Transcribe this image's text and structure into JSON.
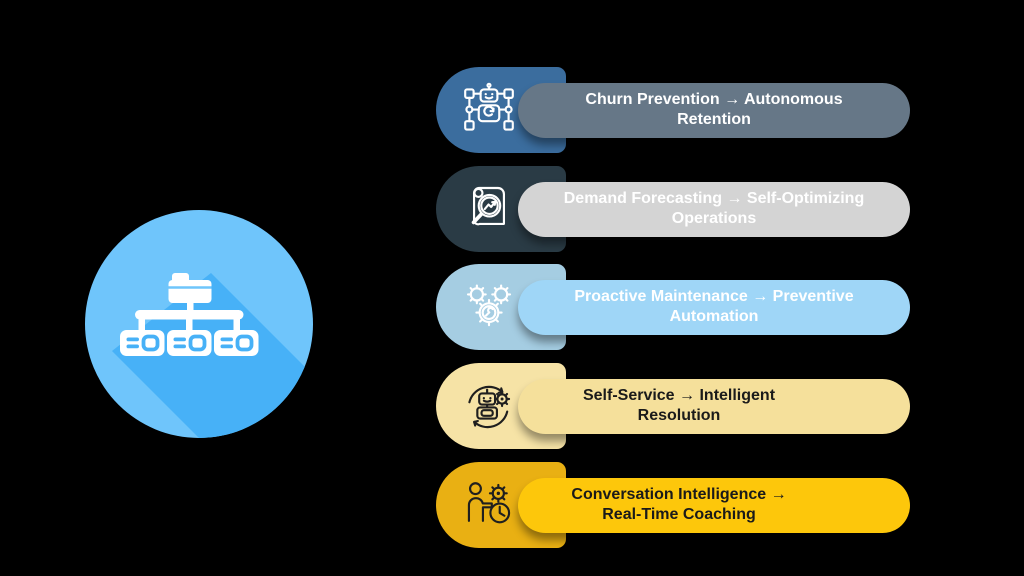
{
  "background_color": "#000000",
  "hub": {
    "icon": "folder-hierarchy-icon",
    "circle_color": "#6fc5fb",
    "long_shadow_color": "#47b1f7",
    "icon_color": "#ffffff"
  },
  "rows": [
    {
      "id": "churn-prevention",
      "icon": "robot-network-icon",
      "badge_color": "#3b6d9e",
      "pill_color": "#667787",
      "text_color": "#ffffff",
      "icon_color": "#ffffff",
      "line1": "Churn Prevention → Autonomous",
      "line2": "Retention"
    },
    {
      "id": "demand-forecasting",
      "icon": "forecast-magnifier-icon",
      "badge_color": "#2a3b45",
      "pill_color": "#d4d4d4",
      "text_color": "#ffffff",
      "icon_color": "#ffffff",
      "line1": "Demand Forecasting → Self-Optimizing",
      "line2": "Operations"
    },
    {
      "id": "proactive-maintenance",
      "icon": "gears-wrench-icon",
      "badge_color": "#a5cde2",
      "pill_color": "#9fd6f7",
      "text_color": "#ffffff",
      "icon_color": "#ffffff",
      "line1": "Proactive Maintenance → Preventive",
      "line2": "Automation"
    },
    {
      "id": "self-service",
      "icon": "robot-cycle-icon",
      "badge_color": "#f6e3a6",
      "pill_color": "#f5e09b",
      "text_color": "#1a1a1a",
      "icon_color": "#1f1f1f",
      "line1": "Self-Service → Intelligent",
      "line2": "Resolution"
    },
    {
      "id": "conversation-intelligence",
      "icon": "person-gear-clock-icon",
      "badge_color": "#e9b013",
      "pill_color": "#fdc70b",
      "text_color": "#1a1a1a",
      "icon_color": "#1f1f1f",
      "line1": "Conversation Intelligence →",
      "line2": "Real-Time Coaching"
    }
  ]
}
